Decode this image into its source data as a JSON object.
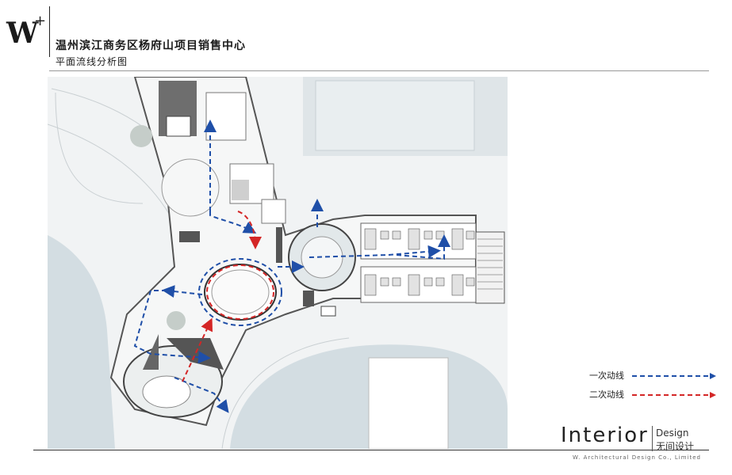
{
  "header": {
    "logo_letter": "W",
    "logo_plus": "+",
    "title": "温州滨江商务区杨府山项目销售中心",
    "subtitle": "平面流线分析图"
  },
  "legend": {
    "items": [
      {
        "label": "一次动线",
        "color": "#1f4fa8"
      },
      {
        "label": "二次动线",
        "color": "#d42626"
      }
    ]
  },
  "brand": {
    "name": "Interior",
    "design": "Design",
    "cn": "无间设计",
    "sub": "W. Architectural Design Co., Limited"
  },
  "colors": {
    "primary_route": "#1f4fa8",
    "secondary_route": "#d42626",
    "water": "#d3dde2",
    "plaza": "#eef1f2"
  }
}
